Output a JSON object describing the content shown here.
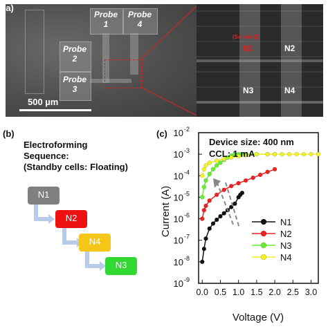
{
  "panel_a": {
    "label": "(a)",
    "probes": [
      {
        "name": "Probe",
        "num": "1"
      },
      {
        "name": "Probe",
        "num": "4"
      },
      {
        "name": "Probe",
        "num": "2"
      },
      {
        "name": "Probe",
        "num": "3"
      }
    ],
    "scalebar_label": "500 µm",
    "zoom_cells": [
      "N1",
      "N2",
      "N3",
      "N4"
    ],
    "selected_label": "(Selected)"
  },
  "panel_b": {
    "label": "(b)",
    "title_lines": [
      "Electroforming",
      "Sequence:",
      "(Standby cells: Floating)"
    ],
    "sequence": [
      {
        "name": "N1",
        "color": "#808080"
      },
      {
        "name": "N2",
        "color": "#ee1111"
      },
      {
        "name": "N4",
        "color": "#f5c518"
      },
      {
        "name": "N3",
        "color": "#33d933"
      }
    ]
  },
  "panel_c": {
    "label": "(c)",
    "annotation_lines": [
      "Device size: 400 nm",
      "CCL: 1 mA"
    ],
    "ylabel": "Current (A)",
    "xlabel": "Voltage (V)"
  },
  "chart_data": {
    "type": "scatter",
    "xlabel": "Voltage (V)",
    "ylabel": "Current (A)",
    "yscale": "log",
    "xlim": [
      -0.1,
      3.2
    ],
    "ylim": [
      1e-09,
      0.01
    ],
    "x_ticks": [
      "0.0",
      "0.5",
      "1.0",
      "1.5",
      "2.0",
      "2.5",
      "3.0"
    ],
    "y_ticks": [
      {
        "base": "10",
        "exp": "-2"
      },
      {
        "base": "10",
        "exp": "-3"
      },
      {
        "base": "10",
        "exp": "-4"
      },
      {
        "base": "10",
        "exp": "-5"
      },
      {
        "base": "10",
        "exp": "-6"
      },
      {
        "base": "10",
        "exp": "-7"
      },
      {
        "base": "10",
        "exp": "-8"
      },
      {
        "base": "10",
        "exp": "-9"
      }
    ],
    "legend": "right",
    "series": [
      {
        "name": "N1",
        "color": "#111111",
        "x": [
          0.0,
          0.05,
          0.1,
          0.2,
          0.3,
          0.4,
          0.5,
          0.6,
          0.7,
          0.8,
          0.9,
          1.0,
          1.05,
          1.1
        ],
        "y": [
          1e-08,
          4e-08,
          1.2e-07,
          3.5e-07,
          6e-07,
          9e-07,
          1.3e-06,
          1.8e-06,
          2.5e-06,
          3.5e-06,
          5e-06,
          1e-05,
          1.3e-05,
          1.6e-05
        ]
      },
      {
        "name": "N2",
        "color": "#ee2222",
        "x": [
          0.0,
          0.05,
          0.1,
          0.2,
          0.4,
          0.6,
          0.8,
          1.0,
          1.2,
          1.4,
          1.6,
          1.8,
          2.0
        ],
        "y": [
          1e-06,
          2.5e-06,
          4e-06,
          7e-06,
          1.3e-05,
          2.2e-05,
          3.3e-05,
          4.5e-05,
          6e-05,
          8e-05,
          0.00011,
          0.00015,
          0.0002
        ]
      },
      {
        "name": "N3",
        "color": "#66ee33",
        "x": [
          0.0,
          0.05,
          0.1,
          0.2,
          0.3,
          0.4,
          0.5,
          0.6,
          0.7,
          0.8,
          0.9,
          1.0,
          1.1,
          1.2,
          1.5,
          1.8,
          2.0
        ],
        "y": [
          1e-05,
          3e-05,
          6e-05,
          0.00012,
          0.0002,
          0.0003,
          0.0004,
          0.00055,
          0.0007,
          0.00085,
          0.001,
          0.001,
          0.001,
          0.001,
          0.001,
          0.001,
          0.001
        ]
      },
      {
        "name": "N4",
        "color": "#f2f22a",
        "x": [
          0.0,
          0.05,
          0.1,
          0.2,
          0.4,
          0.6,
          0.8,
          1.0,
          1.2,
          1.5,
          1.8,
          2.0,
          2.2,
          2.4,
          2.6,
          2.8,
          3.0,
          3.2
        ],
        "y": [
          0.0001,
          0.0002,
          0.0003,
          0.0004,
          0.0005,
          0.0006,
          0.0007,
          0.0008,
          0.0009,
          0.001,
          0.001,
          0.001,
          0.001,
          0.001,
          0.001,
          0.001,
          0.001,
          0.001
        ]
      }
    ]
  }
}
